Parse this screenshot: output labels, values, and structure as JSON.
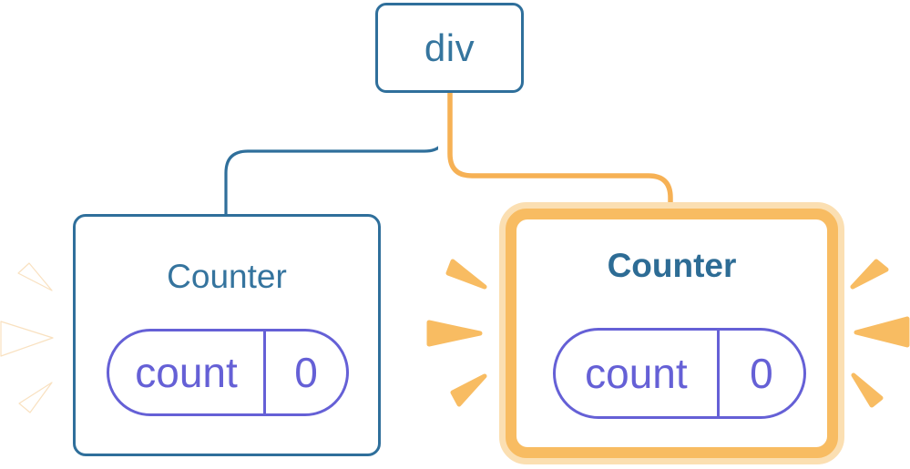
{
  "diagram": {
    "description": "React component tree: a div root with two Counter children; the right Counter is highlighted with an orange ring and sparks",
    "root": {
      "label": "div"
    },
    "children": [
      {
        "label": "Counter",
        "state_key": "count",
        "state_value": "0",
        "highlighted": false
      },
      {
        "label": "Counter",
        "state_key": "count",
        "state_value": "0",
        "highlighted": true
      }
    ],
    "colors": {
      "blue": "#2F6F9B",
      "blue_text": "#35749E",
      "blue_text_bold": "#2D6C95",
      "purple": "#6560D6",
      "orange": "#F8BC62",
      "orange_light": "#FBDFB2",
      "card_bg": "#FFFFFF"
    }
  }
}
